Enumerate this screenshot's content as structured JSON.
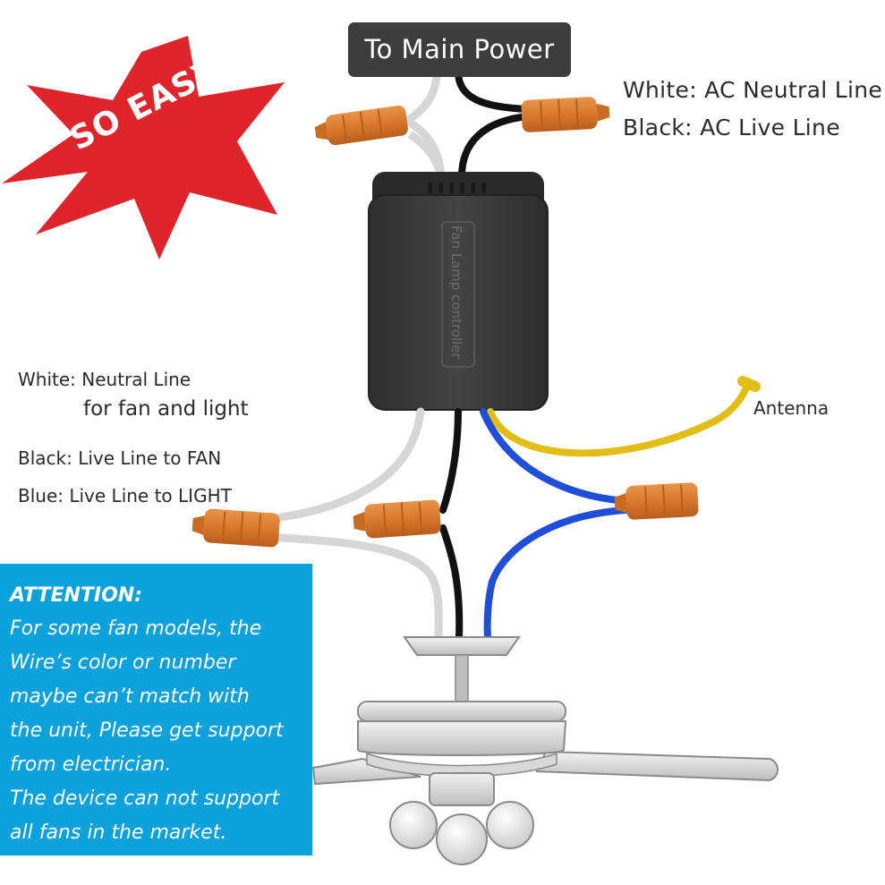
{
  "power_box": {
    "label": "To Main Power"
  },
  "badge": {
    "text": "SO EASY",
    "color": "#e0242b"
  },
  "labels": {
    "ac_neutral": "White: AC Neutral Line",
    "ac_live": "Black: AC Live Line",
    "neutral_line_1": "White: Neutral Line",
    "neutral_line_2": "for fan and light",
    "black_fan": "Black: Live Line to FAN",
    "blue_light": "Blue: Live Line to LIGHT",
    "antenna": "Antenna"
  },
  "controller": {
    "text": "Fan Lamp controller",
    "color": "#3b3b3b"
  },
  "attention": {
    "title": "ATTENTION:",
    "lines": [
      "For some fan models, the",
      "Wire’s color or number",
      "maybe can’t match with",
      "the unit, Please get support",
      "from electrician.",
      "The device can not support",
      "all fans in the market."
    ],
    "background": "#0aa1dc"
  },
  "wire_colors": {
    "white": "#d6d6d6",
    "black": "#111111",
    "blue": "#1f4fd8",
    "yellow": "#e2bd14",
    "connector": "#d9782c"
  }
}
